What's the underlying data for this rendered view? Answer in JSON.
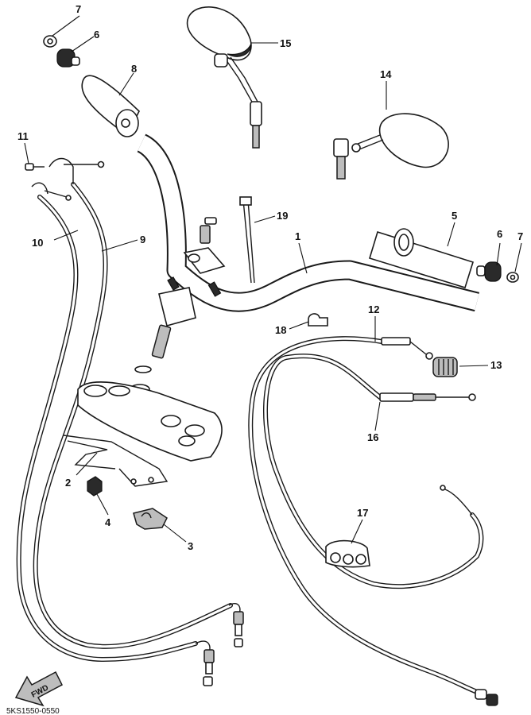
{
  "diagram": {
    "callouts": [
      {
        "id": "c7a",
        "label": "7"
      },
      {
        "id": "c6a",
        "label": "6"
      },
      {
        "id": "c8",
        "label": "8"
      },
      {
        "id": "c15",
        "label": "15"
      },
      {
        "id": "c14",
        "label": "14"
      },
      {
        "id": "c11",
        "label": "11"
      },
      {
        "id": "c9",
        "label": "9"
      },
      {
        "id": "c10",
        "label": "10"
      },
      {
        "id": "c19",
        "label": "19"
      },
      {
        "id": "c1",
        "label": "1"
      },
      {
        "id": "c5",
        "label": "5"
      },
      {
        "id": "c6b",
        "label": "6"
      },
      {
        "id": "c7b",
        "label": "7"
      },
      {
        "id": "c12",
        "label": "12"
      },
      {
        "id": "c18",
        "label": "18"
      },
      {
        "id": "c13",
        "label": "13"
      },
      {
        "id": "c16",
        "label": "16"
      },
      {
        "id": "c2",
        "label": "2"
      },
      {
        "id": "c4",
        "label": "4"
      },
      {
        "id": "c3",
        "label": "3"
      },
      {
        "id": "c17",
        "label": "17"
      }
    ],
    "fwd_label": "FWD",
    "drawing_code": "5KS1550-0550"
  }
}
